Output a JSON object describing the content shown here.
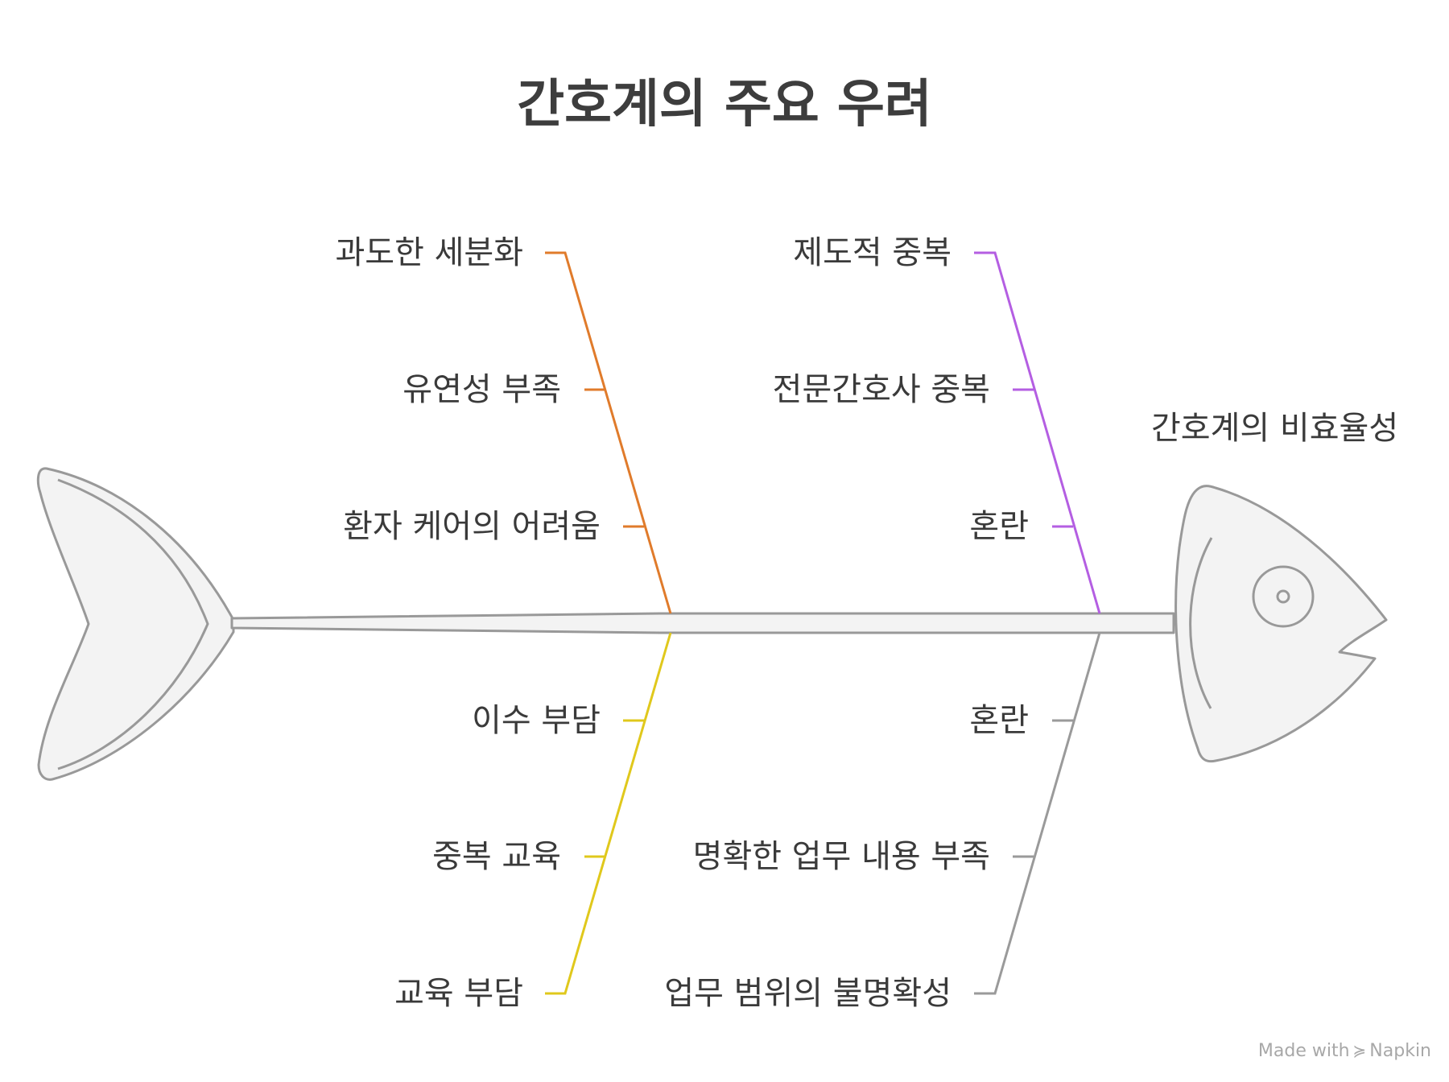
{
  "title": "간호계의 주요 우려",
  "effect": "간호계의 비효율성",
  "colors": {
    "orange": "#e07b2b",
    "purple": "#b45ee2",
    "yellow": "#e0c81c",
    "gray": "#9a9a9a",
    "fish_outline": "#999999",
    "fish_fill": "#f3f3f3"
  },
  "causes": {
    "top_left": [
      "과도한 세분화",
      "유연성 부족",
      "환자 케어의 어려움"
    ],
    "top_right": [
      "제도적 중복",
      "전문간호사 중복",
      "혼란"
    ],
    "bottom_left": [
      "이수 부담",
      "중복 교육",
      "교육 부담"
    ],
    "bottom_right": [
      "혼란",
      "명확한 업무 내용 부족",
      "업무 범위의 불명확성"
    ]
  },
  "footer": {
    "made_with": "Made with",
    "brand": "Napkin",
    "logo_icon": "napkin-logo-icon"
  }
}
